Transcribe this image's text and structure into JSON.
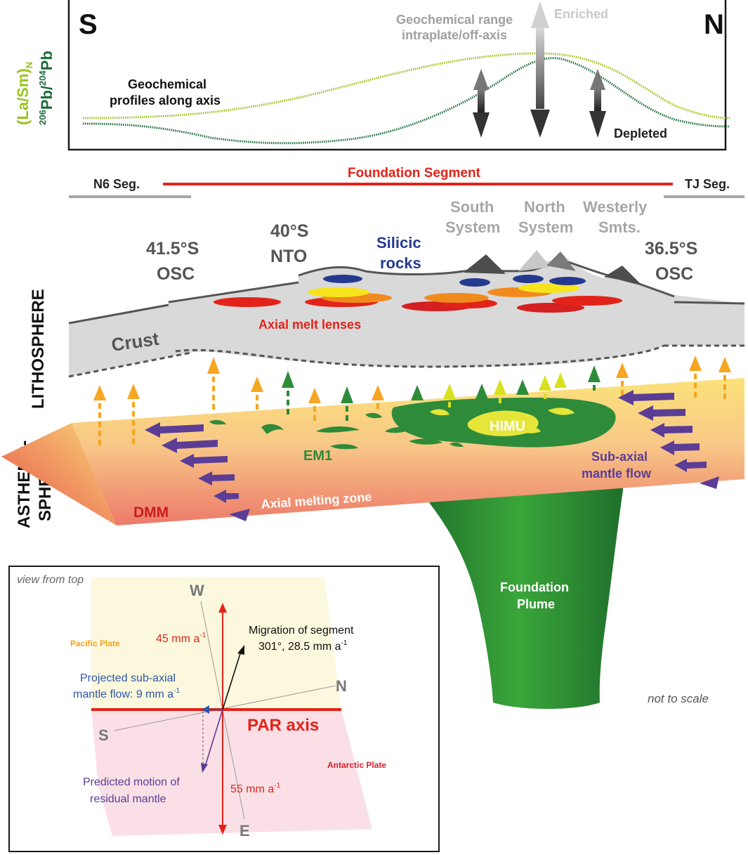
{
  "profile": {
    "south": "S",
    "north": "N",
    "ylabel_lasm": "(La/Sm)",
    "ylabel_lasm_sub": "N",
    "ylabel_pb_sup1": "206",
    "ylabel_pb1": "Pb/",
    "ylabel_pb_sup2": "204",
    "ylabel_pb2": "Pb",
    "caption_line1": "Geochemical",
    "caption_line2": "profiles along axis",
    "range_line1": "Geochemical range",
    "range_line2": "intraplate/off-axis",
    "enriched": "Enriched",
    "depleted": "Depleted"
  },
  "segments": {
    "n6": "N6 Seg.",
    "foundation": "Foundation Segment",
    "tj": "TJ Seg."
  },
  "section": {
    "lithosphere": "LITHOSPHERE",
    "astheno1": "ASTHENO-",
    "astheno2": "SPHERE",
    "osc_s_lat": "41.5°S",
    "osc_s": "OSC",
    "nto_lat": "40°S",
    "nto": "NTO",
    "silicic1": "Silicic",
    "silicic2": "rocks",
    "south_sys1": "South",
    "south_sys2": "System",
    "north_sys1": "North",
    "north_sys2": "System",
    "westerly1": "Westerly",
    "westerly2": "Smts.",
    "osc_n_lat": "36.5°S",
    "osc_n": "OSC",
    "crust": "Crust",
    "melt_lenses": "Axial melt lenses",
    "himu": "HIMU",
    "em1": "EM1",
    "subaxial1": "Sub-axial",
    "subaxial2": "mantle flow",
    "dmm": "DMM",
    "melting_zone": "Axial melting zone",
    "plume1": "Foundation",
    "plume2": "Plume",
    "not_to_scale": "not to scale"
  },
  "inset": {
    "view": "view from top",
    "w": "W",
    "n": "N",
    "s": "S",
    "e": "E",
    "pacific": "Pacific Plate",
    "antarctic": "Antarctic Plate",
    "par_axis": "PAR axis",
    "rate45": "45 mm a",
    "rate55": "55 mm a",
    "migration1": "Migration of segment",
    "migration2": "301°, 28.5 mm a",
    "projected1": "Projected sub-axial",
    "projected2": "mantle flow: 9 mm a",
    "predicted1": "Predicted motion of",
    "predicted2": "residual mantle",
    "exp": "-1"
  },
  "colors": {
    "lasm": "#9ac31c",
    "pb": "#1c6b3a",
    "segment_red": "#e2231a",
    "silicic_blue": "#253a8f",
    "purple_text": "#5b3d96",
    "em1_green": "#2e8b3a"
  }
}
